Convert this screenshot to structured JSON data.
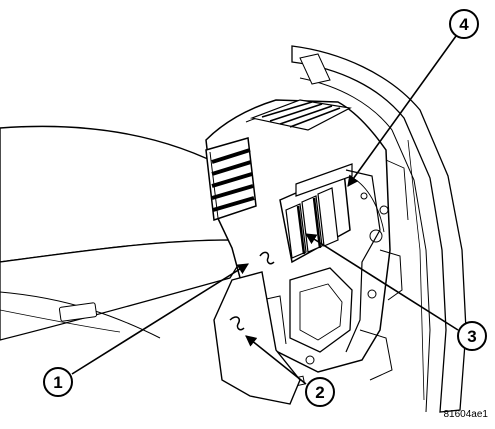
{
  "callouts": [
    {
      "label": "1"
    },
    {
      "label": "2"
    },
    {
      "label": "3"
    },
    {
      "label": "4"
    }
  ],
  "reference_code": "81604ae1"
}
